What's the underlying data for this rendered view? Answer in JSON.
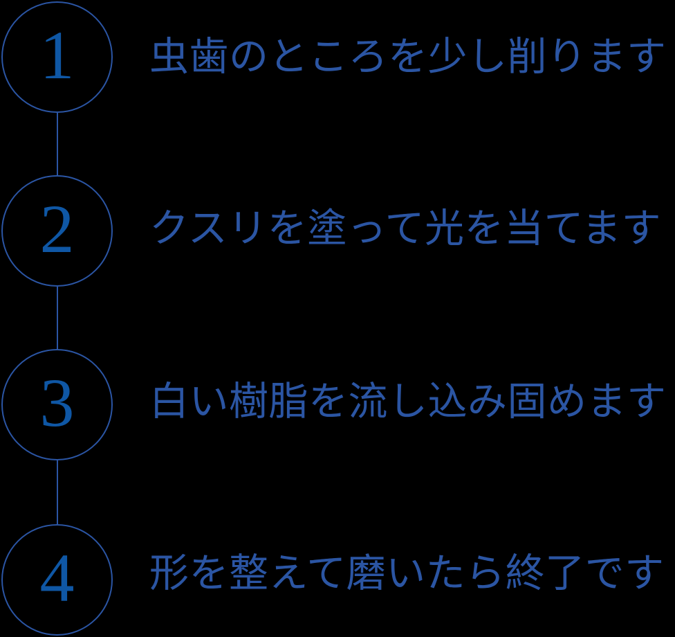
{
  "colors": {
    "background": "#000000",
    "circle_stroke": "#2b55a4",
    "number": "#0f57a5",
    "text": "#2b55a3"
  },
  "process": {
    "steps": [
      {
        "number": "1",
        "label": "虫歯のところを少し削ります"
      },
      {
        "number": "2",
        "label": "クスリを塗って光を当てます"
      },
      {
        "number": "3",
        "label": "白い樹脂を流し込み固めます"
      },
      {
        "number": "4",
        "label": "形を整えて磨いたら終了です"
      }
    ]
  }
}
